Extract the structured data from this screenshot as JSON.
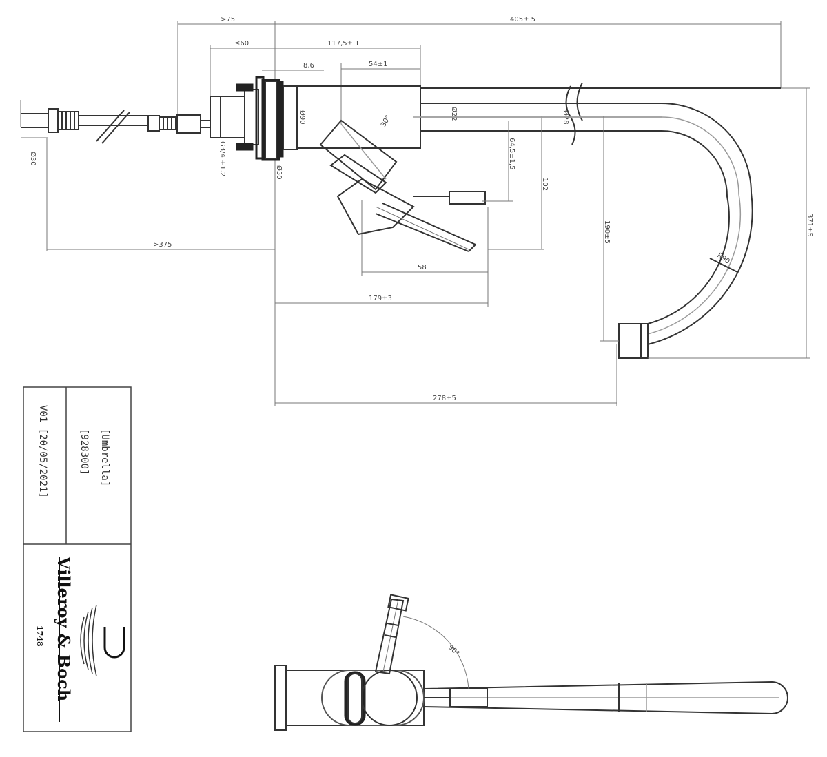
{
  "dimensions": {
    "top_overall": "405± 5",
    "top_left": ">75",
    "body_width": "≤60",
    "body_length": "117,5± 1",
    "handle_width": "54±1",
    "nut_thickness": "8,6",
    "flange_dia": "Ø90",
    "pipe_dia": "Ø22",
    "spout_ring": "Ø28",
    "angle_small": "30°",
    "shank_thread": "G3/4 +1.2",
    "hole_dia": "Ø50",
    "head_height": "64,5±1,5",
    "lever_height": "102",
    "lever_offset": "58",
    "lever_reach": "179±3",
    "spout_height": "190±5",
    "overall_height": "371±5",
    "spout_radius": "R90",
    "spout_reach": "278±5",
    "hose_length": ">375",
    "hose_dia": "Ø30",
    "swivel_angle": "90°"
  },
  "title_block": {
    "product_name": "[Umbrella]",
    "product_code": "[928300]",
    "version": "V01 [20/05/2021]"
  },
  "logo": {
    "brand": "Villeroy & Boch",
    "year": "1748"
  }
}
